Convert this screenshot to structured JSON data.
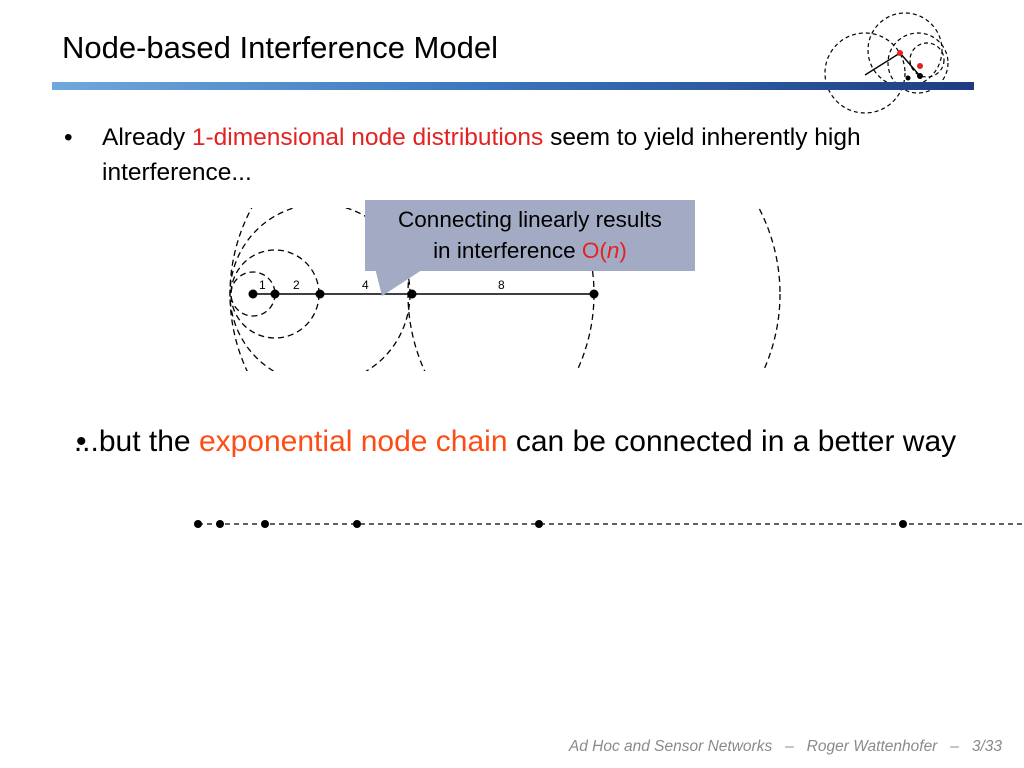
{
  "title": "Node-based Interference Model",
  "bullet1": {
    "marker": "•",
    "prefix": "Already ",
    "highlight": "1-dimensional node distributions",
    "suffix": " seem to yield inherently high interference..."
  },
  "callout": {
    "line1": "Connecting linearly results",
    "line2_prefix": "in interference ",
    "big_o": "O(",
    "n": "n",
    "close": ")"
  },
  "diagram1": {
    "labels": [
      "1",
      "2",
      "4",
      "8"
    ]
  },
  "bullet2": {
    "marker": "•",
    "prefix": "...but the ",
    "highlight": "exponential node chain",
    "suffix": " can be connected in a better way"
  },
  "footer": {
    "course": "Ad Hoc and Sensor Networks",
    "sep": "–",
    "author": "Roger Wattenhofer",
    "page": "3/33"
  },
  "colors": {
    "red": "#e32222",
    "orange": "#ff4b14",
    "callout_bg": "#a3abc4"
  }
}
